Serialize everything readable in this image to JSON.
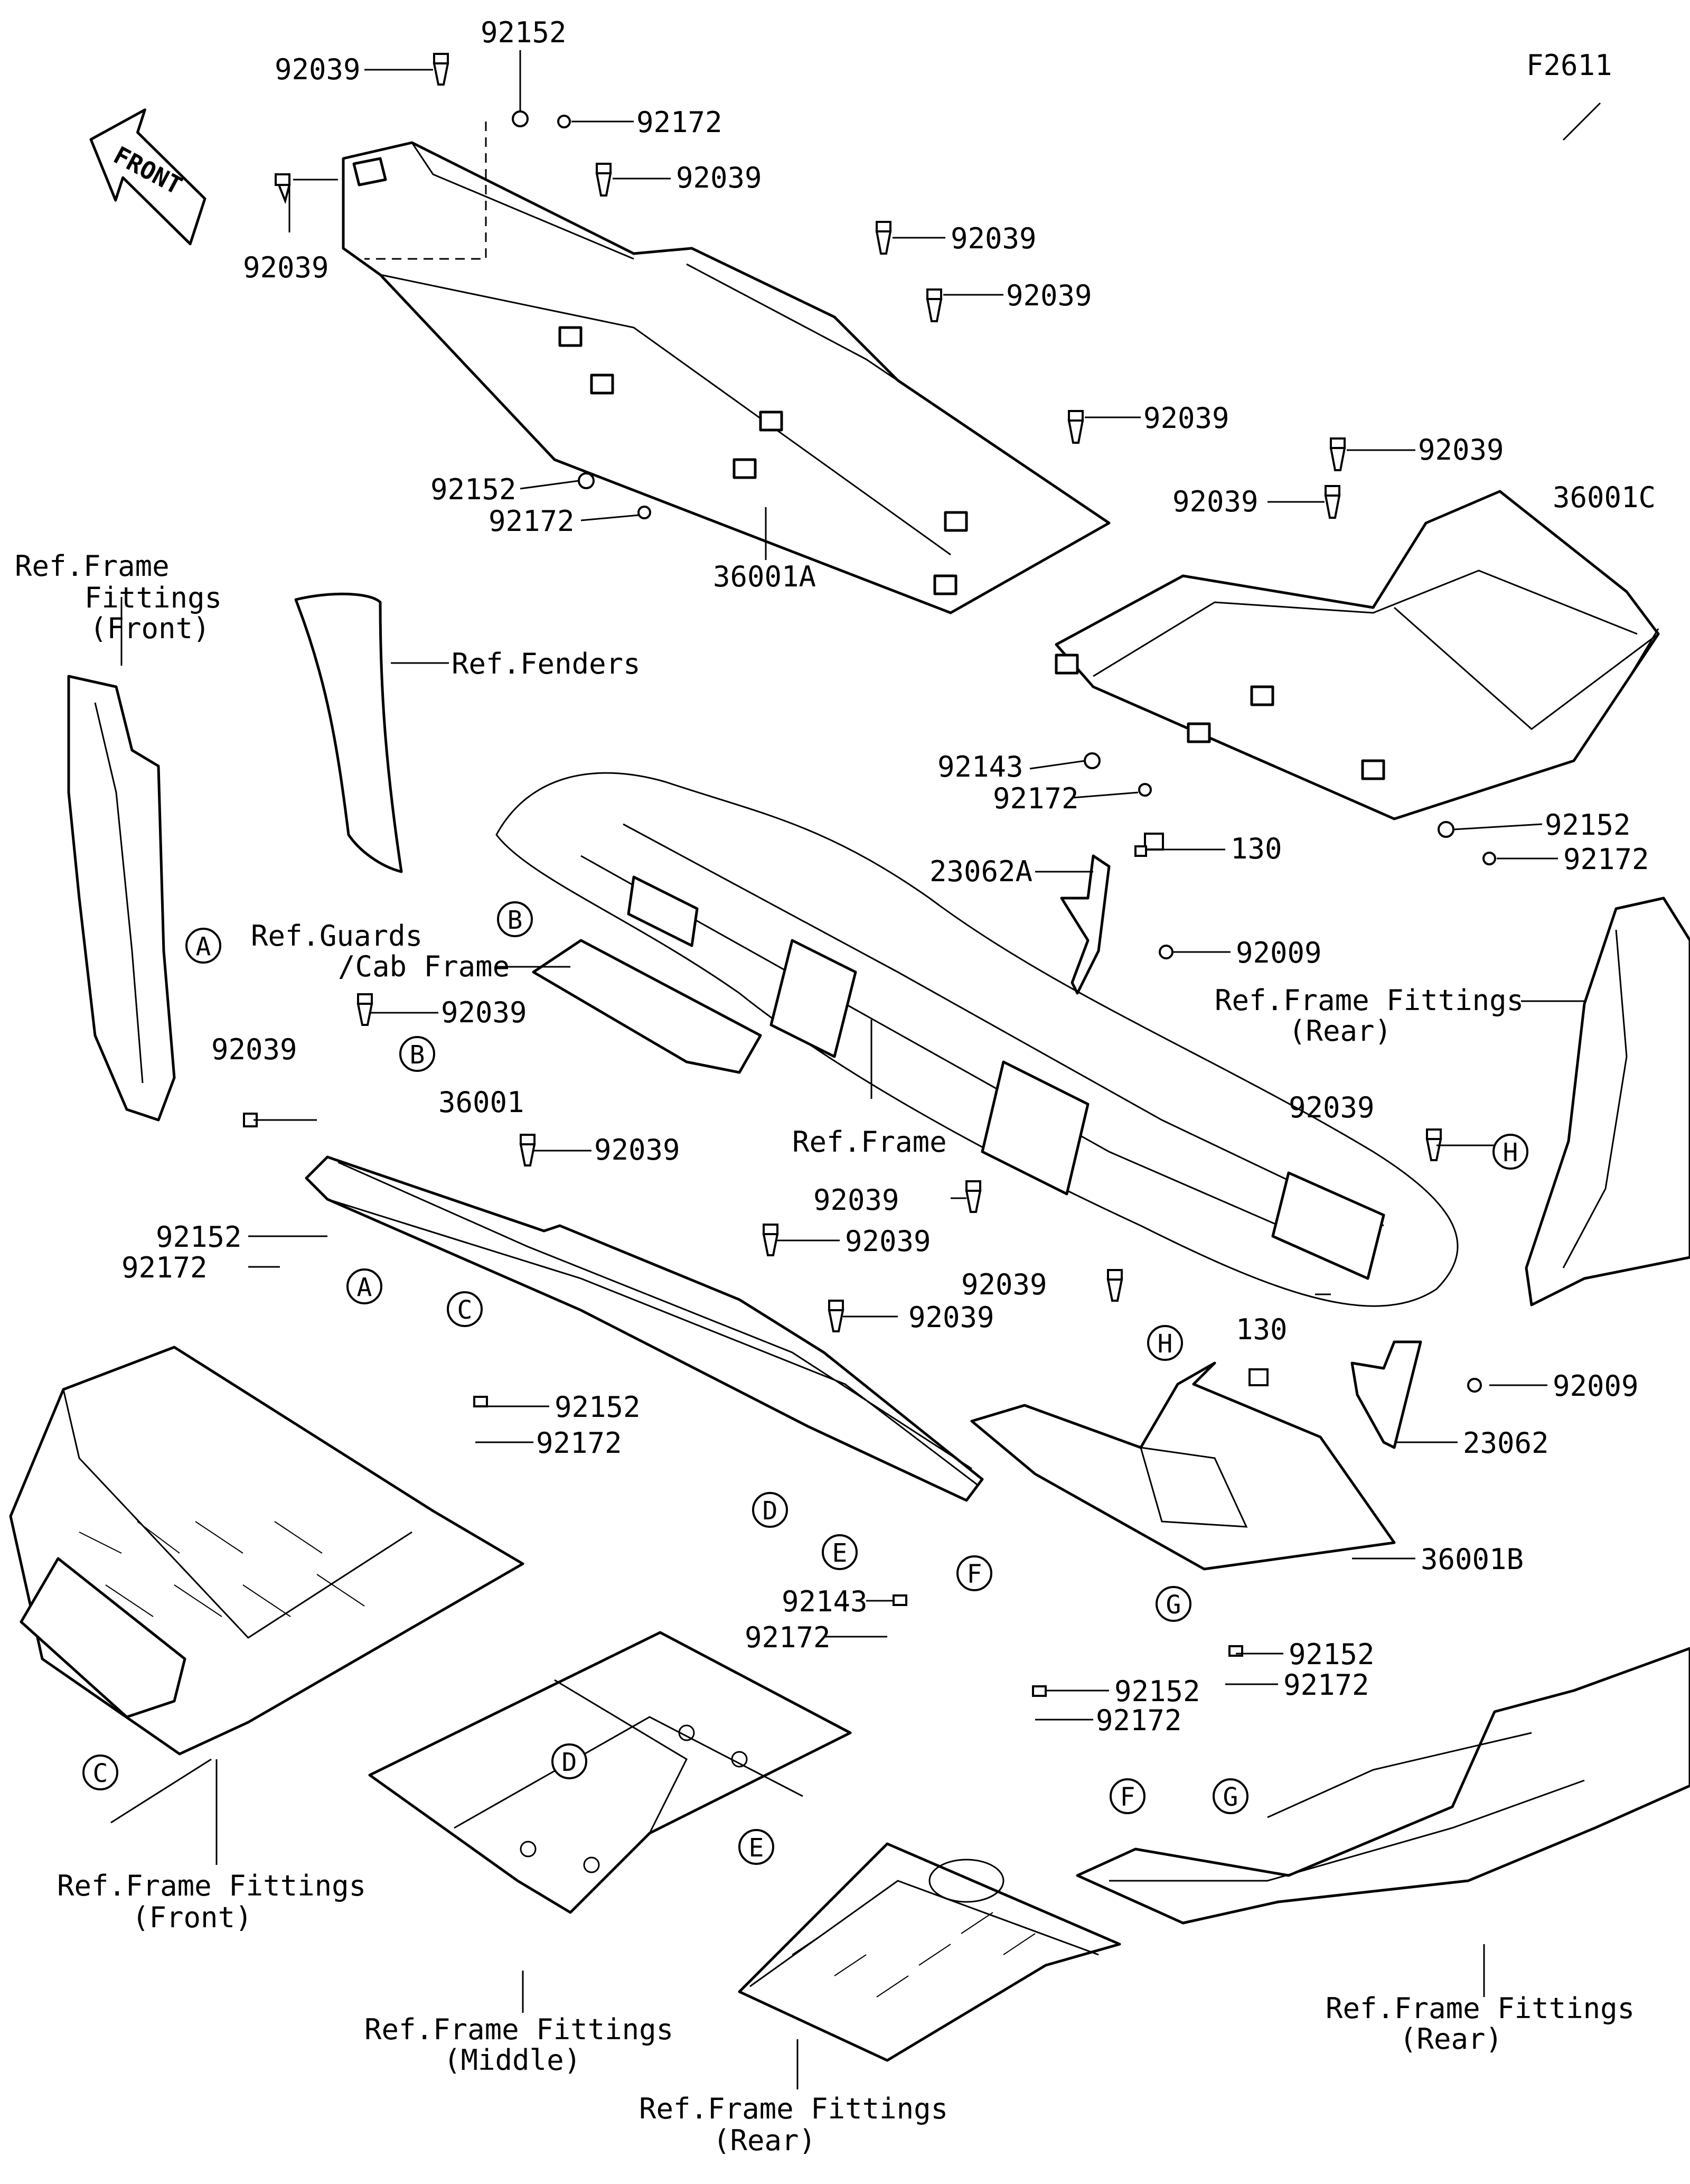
{
  "figure_code": "F2611",
  "front_arrow": {
    "label": "FRONT"
  },
  "part_labels": {
    "p92039_a": "92039",
    "p92152_a": "92152",
    "p92172_a": "92172",
    "p92039_b": "92039",
    "p92039_c": "92039",
    "p92039_d": "92039",
    "p92039_e": "92039",
    "p92039_f": "92039",
    "p92039_g": "92039",
    "p92039_h": "92039",
    "p92152_b": "92152",
    "p92172_b": "92172",
    "p36001A": "36001A",
    "p36001C": "36001C",
    "p92143_a": "92143",
    "p92172_c": "92172",
    "p92152_c": "92152",
    "p92172_d": "92172",
    "p23062A": "23062A",
    "p130_a": "130",
    "p92009_a": "92009",
    "p92039_i": "92039",
    "p92039_j": "92039",
    "p36001": "36001",
    "p92039_k": "92039",
    "p92152_d": "92152",
    "p92172_e": "92172",
    "p92152_e": "92152",
    "p92172_f": "92172",
    "p92039_l": "92039",
    "p92039_m": "92039",
    "p92039_n": "92039",
    "p92039_o": "92039",
    "p92143_b": "92143",
    "p92172_g": "92172",
    "p130_b": "130",
    "p92009_b": "92009",
    "p23062": "23062",
    "p36001B": "36001B",
    "p92152_f": "92152",
    "p92172_h": "92172",
    "p92152_g": "92152",
    "p92172_i": "92172",
    "p92039_p": "92039"
  },
  "ref_labels": {
    "frame_fittings_front_top_1": "Ref.Frame",
    "frame_fittings_front_top_2": "Fittings",
    "frame_fittings_front_top_3": "(Front)",
    "fenders": "Ref.Fenders",
    "guards_1": "Ref.Guards",
    "guards_2": "/Cab Frame",
    "frame": "Ref.Frame",
    "frame_fittings_rear_right_1": "Ref.Frame Fittings",
    "frame_fittings_rear_right_2": "(Rear)",
    "frame_fittings_front_bottom_1": "Ref.Frame Fittings",
    "frame_fittings_front_bottom_2": "(Front)",
    "frame_fittings_middle_1": "Ref.Frame Fittings",
    "frame_fittings_middle_2": "(Middle)",
    "frame_fittings_rear_bottom_1": "Ref.Frame Fittings",
    "frame_fittings_rear_bottom_2": "(Rear)",
    "frame_fittings_rear_br_1": "Ref.Frame Fittings",
    "frame_fittings_rear_br_2": "(Rear)"
  },
  "callouts": {
    "A1": "A",
    "A2": "A",
    "B1": "B",
    "B2": "B",
    "C1": "C",
    "C2": "C",
    "D1": "D",
    "D2": "D",
    "E1": "E",
    "E2": "E",
    "F1": "F",
    "F2": "F",
    "G1": "G",
    "G2": "G",
    "H1": "H",
    "H2": "H"
  }
}
